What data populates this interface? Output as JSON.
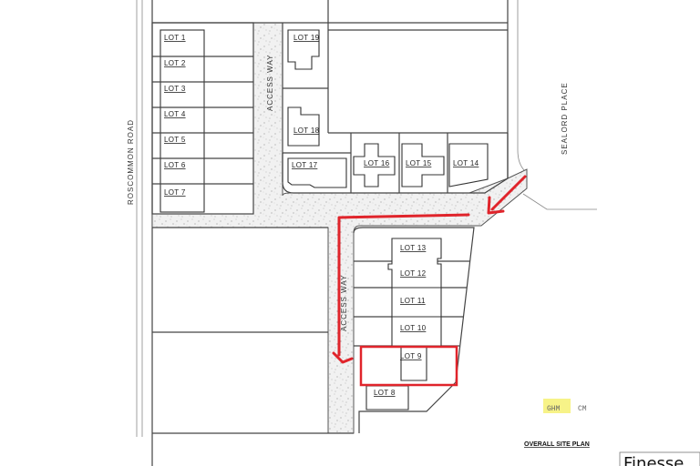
{
  "drawing": {
    "title": "OVERALL SITE PLAN",
    "brand": "Finesse",
    "stamps": [
      "GHM",
      "CM"
    ],
    "highlight_color": "#f5f06a",
    "annotation_color": "#e0242b"
  },
  "roads": {
    "west": "ROSCOMMON ROAD",
    "east": "SEALORD PLACE",
    "access_way_north": "ACCESS WAY",
    "access_way_south": "ACCESS WAY"
  },
  "lots": {
    "lot1": "LOT 1",
    "lot2": "LOT 2",
    "lot3": "LOT 3",
    "lot4": "LOT 4",
    "lot5": "LOT 5",
    "lot6": "LOT 6",
    "lot7": "LOT 7",
    "lot8": "LOT 8",
    "lot9": "LOT 9",
    "lot10": "LOT 10",
    "lot11": "LOT 11",
    "lot12": "LOT 12",
    "lot13": "LOT 13",
    "lot14": "LOT 14",
    "lot15": "LOT 15",
    "lot16": "LOT 16",
    "lot17": "LOT 17",
    "lot18": "LOT 18",
    "lot19": "LOT 19"
  },
  "highlighted_lot": "LOT 9"
}
